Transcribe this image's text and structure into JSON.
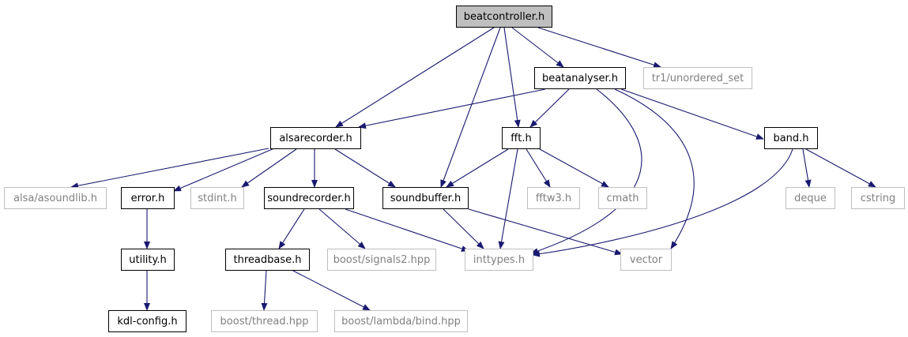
{
  "nodes": [
    {
      "id": "beatcontroller",
      "label": "beatcontroller.h",
      "style": "root"
    },
    {
      "id": "beatanalyser",
      "label": "beatanalyser.h",
      "style": "normal"
    },
    {
      "id": "tr1_unordered_set",
      "label": "tr1/unordered_set",
      "style": "external"
    },
    {
      "id": "alsarecorder",
      "label": "alsarecorder.h",
      "style": "normal"
    },
    {
      "id": "fft",
      "label": "fft.h",
      "style": "normal"
    },
    {
      "id": "band",
      "label": "band.h",
      "style": "normal"
    },
    {
      "id": "alsa_asoundlib",
      "label": "alsa/asoundlib.h",
      "style": "external"
    },
    {
      "id": "error",
      "label": "error.h",
      "style": "normal"
    },
    {
      "id": "stdint",
      "label": "stdint.h",
      "style": "external"
    },
    {
      "id": "soundrecorder",
      "label": "soundrecorder.h",
      "style": "normal"
    },
    {
      "id": "soundbuffer",
      "label": "soundbuffer.h",
      "style": "normal"
    },
    {
      "id": "fftw3",
      "label": "fftw3.h",
      "style": "external"
    },
    {
      "id": "cmath",
      "label": "cmath",
      "style": "external"
    },
    {
      "id": "deque",
      "label": "deque",
      "style": "external"
    },
    {
      "id": "cstring",
      "label": "cstring",
      "style": "external"
    },
    {
      "id": "utility",
      "label": "utility.h",
      "style": "normal"
    },
    {
      "id": "threadbase",
      "label": "threadbase.h",
      "style": "normal"
    },
    {
      "id": "boost_signals2",
      "label": "boost/signals2.hpp",
      "style": "external"
    },
    {
      "id": "inttypes",
      "label": "inttypes.h",
      "style": "external"
    },
    {
      "id": "vector",
      "label": "vector",
      "style": "external"
    },
    {
      "id": "kdl_config",
      "label": "kdl-config.h",
      "style": "normal"
    },
    {
      "id": "boost_thread",
      "label": "boost/thread.hpp",
      "style": "external"
    },
    {
      "id": "boost_lambda_bind",
      "label": "boost/lambda/bind.hpp",
      "style": "external"
    }
  ],
  "edges": [
    [
      "beatcontroller",
      "alsarecorder"
    ],
    [
      "beatcontroller",
      "soundbuffer"
    ],
    [
      "beatcontroller",
      "fft"
    ],
    [
      "beatcontroller",
      "beatanalyser"
    ],
    [
      "beatcontroller",
      "tr1_unordered_set"
    ],
    [
      "beatanalyser",
      "alsarecorder"
    ],
    [
      "beatanalyser",
      "fft"
    ],
    [
      "beatanalyser",
      "inttypes"
    ],
    [
      "beatanalyser",
      "vector"
    ],
    [
      "beatanalyser",
      "band"
    ],
    [
      "alsarecorder",
      "alsa_asoundlib"
    ],
    [
      "alsarecorder",
      "error"
    ],
    [
      "alsarecorder",
      "stdint"
    ],
    [
      "alsarecorder",
      "soundrecorder"
    ],
    [
      "alsarecorder",
      "soundbuffer"
    ],
    [
      "fft",
      "soundbuffer"
    ],
    [
      "fft",
      "fftw3"
    ],
    [
      "fft",
      "cmath"
    ],
    [
      "fft",
      "inttypes"
    ],
    [
      "band",
      "inttypes"
    ],
    [
      "band",
      "deque"
    ],
    [
      "band",
      "cstring"
    ],
    [
      "error",
      "utility"
    ],
    [
      "utility",
      "kdl_config"
    ],
    [
      "soundrecorder",
      "threadbase"
    ],
    [
      "soundrecorder",
      "boost_signals2"
    ],
    [
      "soundrecorder",
      "inttypes"
    ],
    [
      "soundbuffer",
      "inttypes"
    ],
    [
      "soundbuffer",
      "vector"
    ],
    [
      "threadbase",
      "boost_thread"
    ],
    [
      "threadbase",
      "boost_lambda_bind"
    ]
  ],
  "colors": {
    "edge": "#191970",
    "root_fill": "#bfbfbf",
    "normal_border": "#000000",
    "external_border": "#bfbfbf",
    "external_text": "#808080",
    "text": "#000000"
  }
}
